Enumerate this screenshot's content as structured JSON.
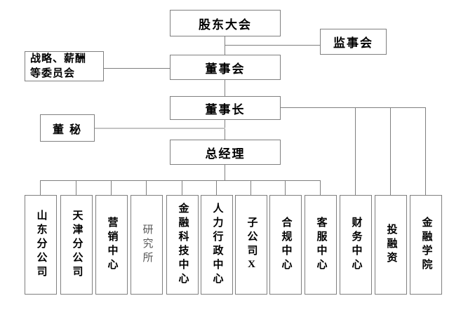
{
  "colors": {
    "background": "#ffffff",
    "box_border": "#7f7f7f",
    "connector_line": "#7f7f7f",
    "secretary_line": "#c4c4c4",
    "text": "#000000",
    "muted_text": "#595959"
  },
  "nodes": {
    "shareholders": {
      "label": "股东大会"
    },
    "supervisory": {
      "label": "监事会"
    },
    "committee": {
      "label": "战略、薪酬等委员会",
      "lines": [
        "战略、薪酬",
        "等委员会"
      ]
    },
    "board": {
      "label": "董事会"
    },
    "chairman": {
      "label": "董事长"
    },
    "secretary": {
      "label": "董 秘"
    },
    "general_manager": {
      "label": "总经理"
    }
  },
  "departments": [
    {
      "label": "山东分公司",
      "muted": false
    },
    {
      "label": "天津分公司",
      "muted": false
    },
    {
      "label": "营销中心",
      "muted": false
    },
    {
      "label": "研究所",
      "muted": true
    },
    {
      "label": "金融科技中心",
      "muted": false
    },
    {
      "label": "人力行政中心",
      "muted": false
    },
    {
      "label": "子公司X",
      "muted": false
    },
    {
      "label": "合规中心",
      "muted": false
    },
    {
      "label": "客服中心",
      "muted": false
    },
    {
      "label": "财务中心",
      "muted": false
    },
    {
      "label": "投融资",
      "muted": false
    },
    {
      "label": "金融学院",
      "muted": false
    }
  ]
}
